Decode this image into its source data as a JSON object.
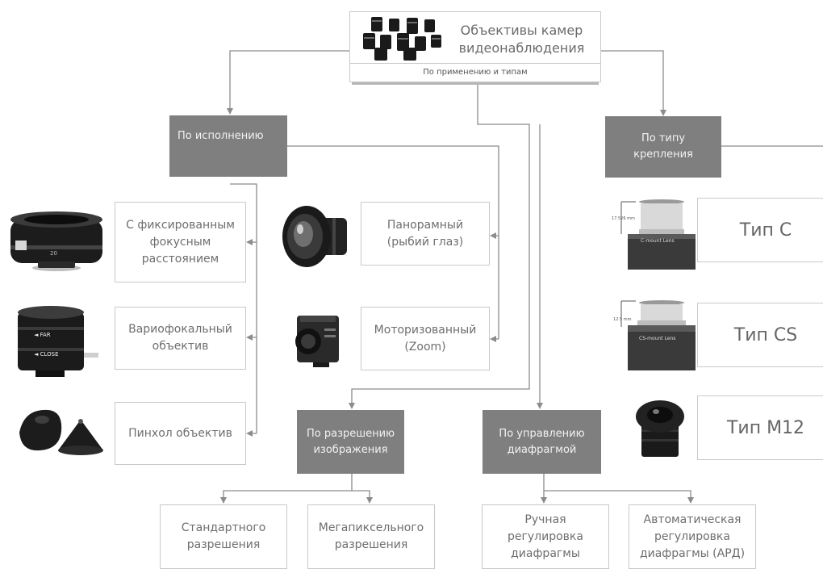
{
  "root": {
    "title": "Объективы камер видеонаблюдения",
    "subtitle": "По применению и типам"
  },
  "categories": {
    "execution": "По исполнению",
    "mount": "По типу\nкрепления",
    "resolution": "По разрешению\nизображения",
    "aperture": "По управлению\nдиафрагмой"
  },
  "leaves": {
    "fixed": "С фиксированным\nфокусным\nрасстоянием",
    "varifocal": "Вариофокальный\nобъектив",
    "pinhole": "Пинхол объектив",
    "panoramic": "Панорамный\n(рыбий глаз)",
    "motorized": "Моторизованный\n(Zoom)",
    "standard_res": "Стандартного\nразрешения",
    "megapixel_res": "Мегапиксельного\nразрешения",
    "manual_iris": "Ручная\nрегулировка\nдиафрагмы",
    "auto_iris": "Автоматическая\nрегулировка\nдиафрагмы (АРД)",
    "type_c": "Тип C",
    "type_cs": "Тип CS",
    "type_m12": "Тип M12"
  },
  "image_labels": {
    "lens_far": "◄ FAR",
    "lens_close": "◄ CLOSE",
    "c_dim": "17.526 mm",
    "cs_dim": "12.5 mm",
    "c_mount_text": "C-mount Lens",
    "cs_mount_text": "CS-mount Lens",
    "fixed_lens_mark": "20"
  },
  "colors": {
    "category_fill": "#7f7f7f",
    "line": "#8c8c8c",
    "box_border": "#c9c9c9"
  }
}
